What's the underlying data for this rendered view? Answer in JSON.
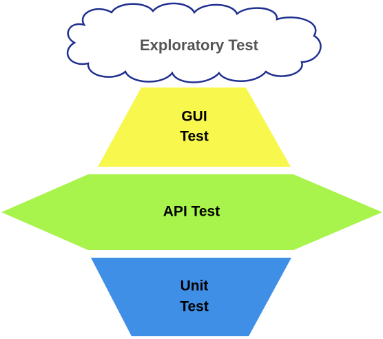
{
  "colors": {
    "cloud_fill": "#ffffff",
    "cloud_stroke": "#1f2f8f",
    "cloud_text": "#555555",
    "gui_fill": "#f8f74e",
    "api_fill": "#a8f34c",
    "unit_fill": "#3f8fe6",
    "text": "#000000"
  },
  "layers": {
    "exploratory": {
      "label": "Exploratory Test"
    },
    "gui": {
      "line1": "GUI",
      "line2": "Test"
    },
    "api": {
      "label": "API Test"
    },
    "unit": {
      "line1": "Unit",
      "line2": "Test"
    }
  }
}
